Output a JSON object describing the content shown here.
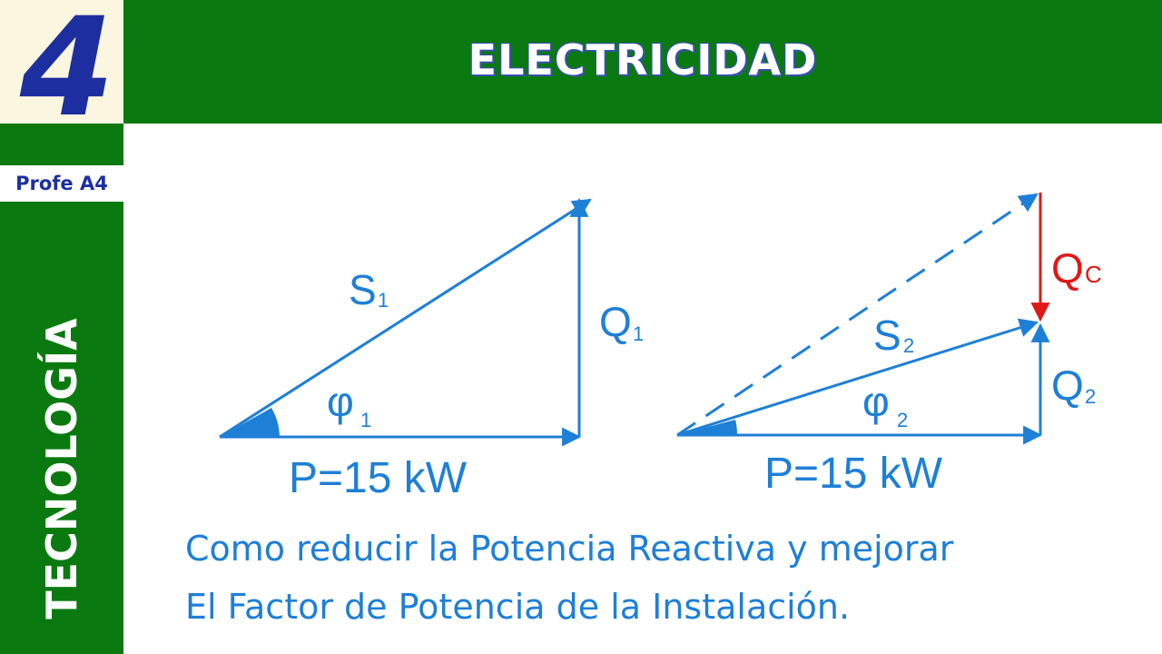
{
  "header": {
    "title": "ELECTRICIDAD"
  },
  "logo": {
    "text": "4",
    "color": "#1d2fa0"
  },
  "sidebar": {
    "badge": "Profe A4",
    "label": "TECNOLOGÍA"
  },
  "colors": {
    "green": "#0a7a10",
    "vector_blue": "#1e7fd6",
    "capacitor_red": "#e01818"
  },
  "diagram_left": {
    "S_label": "S",
    "S_sub": "1",
    "Q_label": "Q",
    "Q_sub": "1",
    "phi_label": "φ",
    "phi_sub": "1",
    "P_label": "P=15 kW"
  },
  "diagram_right": {
    "S_label": "S",
    "S_sub": "2",
    "Q_label": "Q",
    "Q_sub": "2",
    "Qc_label": "Q",
    "Qc_sub": "C",
    "phi_label": "φ",
    "phi_sub": "2",
    "P_label": "P=15 kW"
  },
  "caption": {
    "line1": "Como reducir la Potencia Reactiva y mejorar",
    "line2": "El Factor de Potencia de la Instalación."
  }
}
